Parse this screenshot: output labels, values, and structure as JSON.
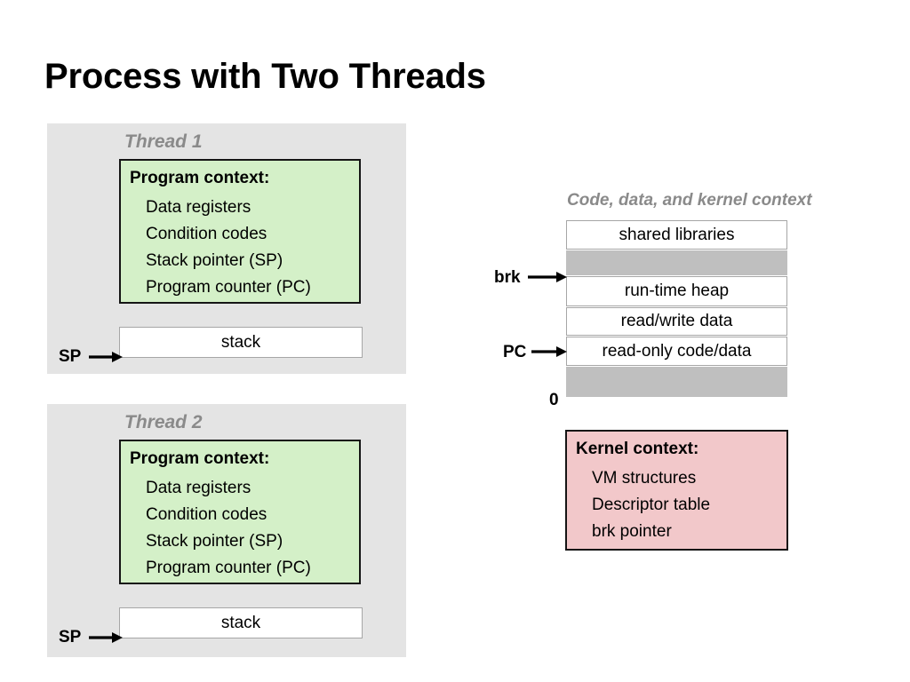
{
  "slide": {
    "title": "Process with Two Threads"
  },
  "threads": [
    {
      "label": "Thread 1",
      "program_context": {
        "heading": "Program context:",
        "items": [
          "Data registers",
          "Condition codes",
          "Stack pointer (SP)",
          "Program counter (PC)"
        ]
      },
      "stack_label": "stack",
      "sp_label": "SP"
    },
    {
      "label": "Thread 2",
      "program_context": {
        "heading": "Program context:",
        "items": [
          "Data registers",
          "Condition codes",
          "Stack pointer (SP)",
          "Program counter (PC)"
        ]
      },
      "stack_label": "stack",
      "sp_label": "SP"
    }
  ],
  "memory": {
    "label": "Code, data, and kernel context",
    "rows": [
      {
        "text": "shared libraries",
        "fill": "white"
      },
      {
        "text": "",
        "fill": "gray"
      },
      {
        "text": "run-time heap",
        "fill": "white"
      },
      {
        "text": "read/write data",
        "fill": "white"
      },
      {
        "text": "read-only code/data",
        "fill": "white"
      },
      {
        "text": "",
        "fill": "gray"
      }
    ],
    "pointers": {
      "brk": "brk",
      "pc": "PC"
    },
    "base_address": "0"
  },
  "kernel_context": {
    "heading": "Kernel context:",
    "items": [
      "VM structures",
      "Descriptor table",
      "brk pointer"
    ]
  },
  "colors": {
    "panel_gray": "#e4e4e4",
    "program_context_green": "#d4f0c8",
    "kernel_pink": "#f2c8ca",
    "memory_band_gray": "#bfbfbf",
    "label_gray": "#8a8a8a",
    "outline_black": "#151515"
  }
}
